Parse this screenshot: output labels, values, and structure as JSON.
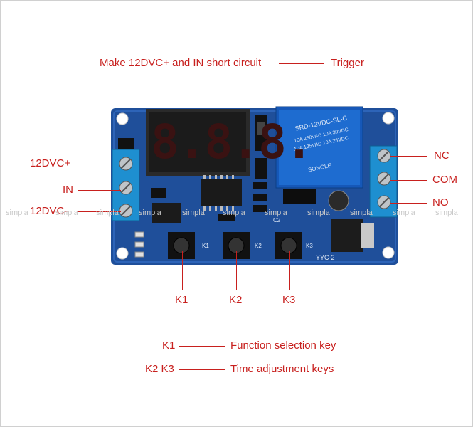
{
  "top_note": {
    "condition": "Make 12DVC+ and IN short circuit",
    "result": "Trigger"
  },
  "left_terminals": [
    "12DVC+",
    "IN",
    "12DVC-"
  ],
  "right_terminals": [
    "NC",
    "COM",
    "NO"
  ],
  "buttons": [
    "K1",
    "K2",
    "K3"
  ],
  "legend": [
    {
      "key": "K1",
      "desc": "Function selection key"
    },
    {
      "key": "K2 K3",
      "desc": "Time adjustment keys"
    }
  ],
  "board": {
    "display": "8.8.8.",
    "relay_model": "SRD-12VDC-SL-C",
    "relay_ratings": [
      "10A 250VAC  10A 30VDC",
      "10A 125VAC  10A 28VDC"
    ],
    "relay_brand": "SONGLE",
    "silk_labels": [
      "K1",
      "K2",
      "K3",
      "C2",
      "YYC-2"
    ]
  },
  "watermark": "simpla"
}
